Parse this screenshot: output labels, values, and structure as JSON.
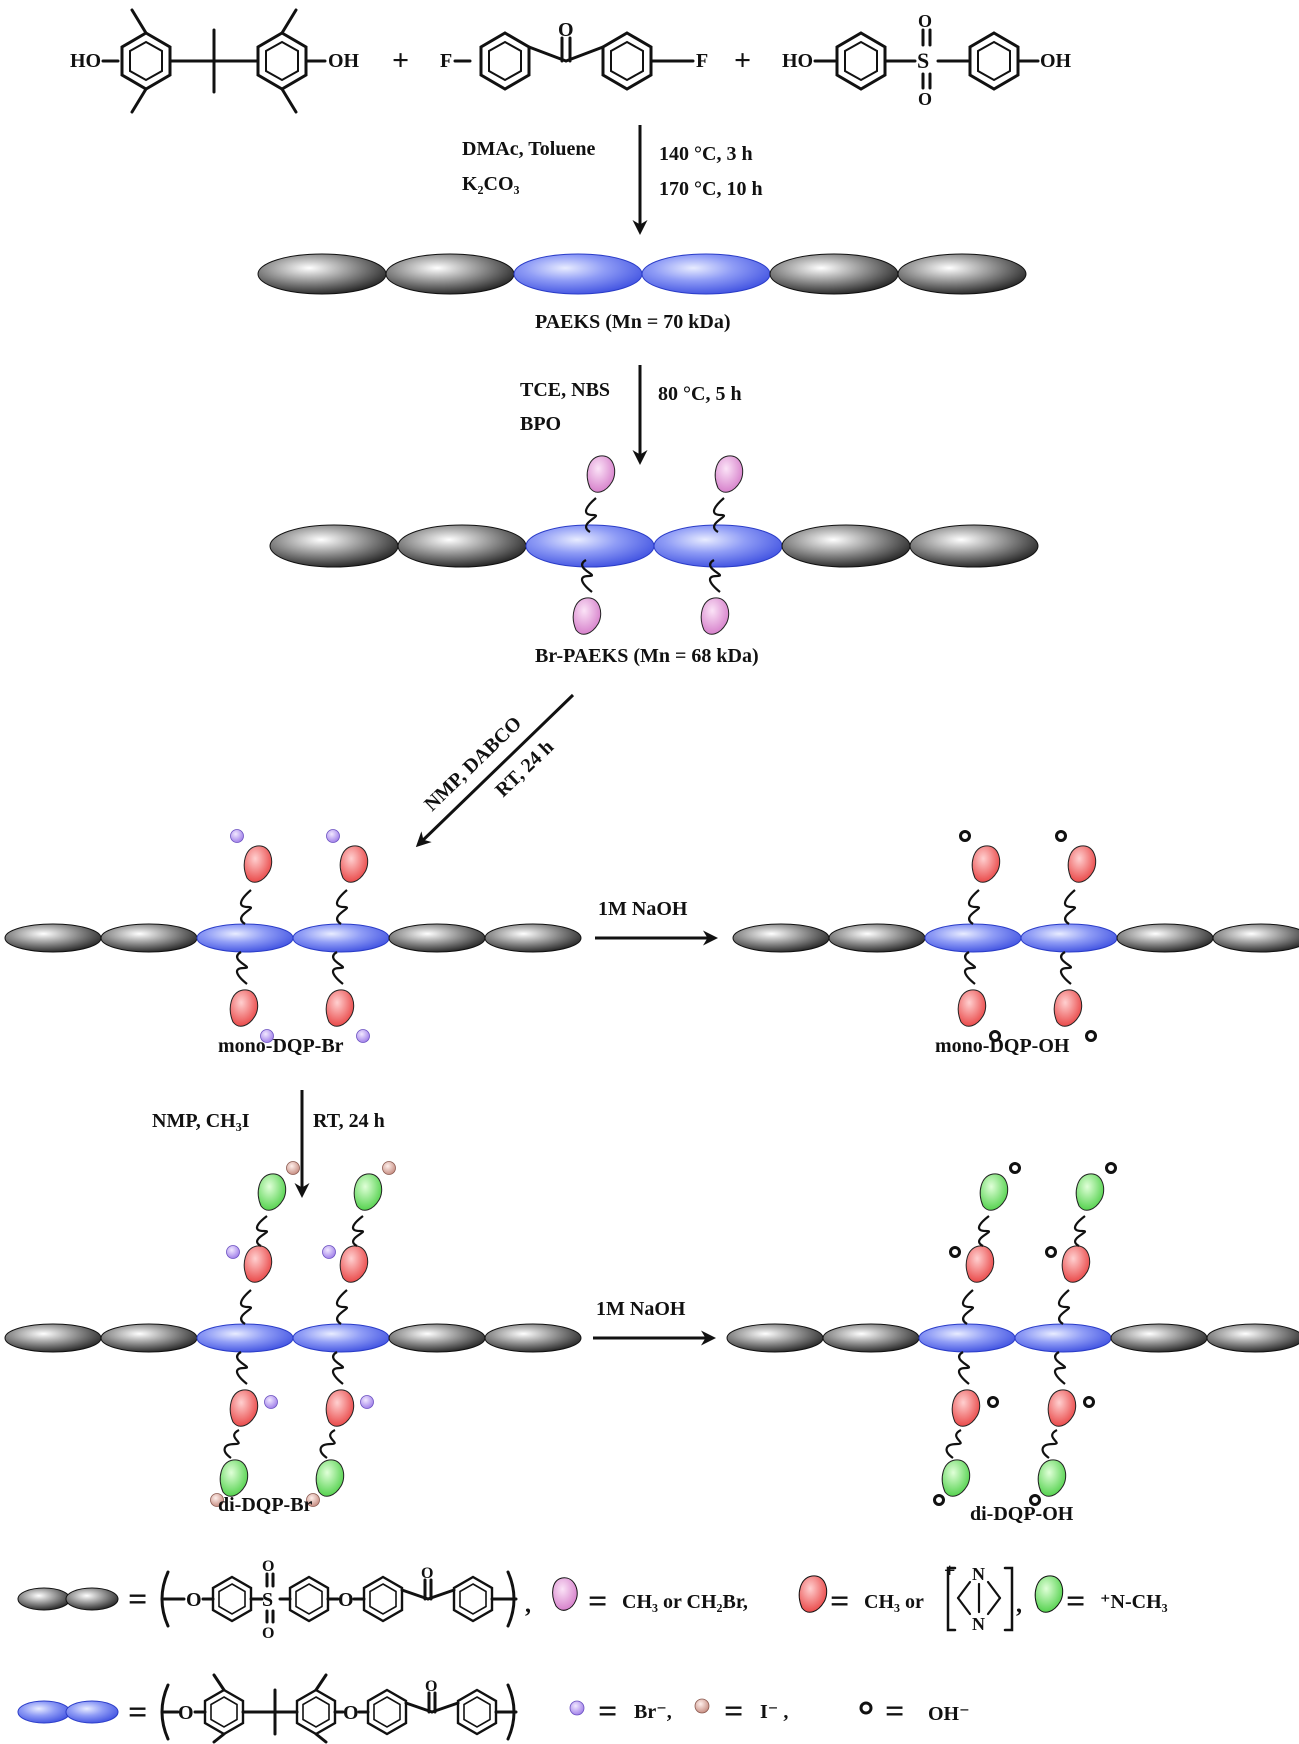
{
  "monomers": {
    "monomer1": {
      "left_group": "HO",
      "right_group": "OH"
    },
    "monomer2": {
      "left_group": "F",
      "right_group": "F",
      "carbonyl": "O"
    },
    "monomer3": {
      "left_group": "HO",
      "right_group": "OH",
      "sulfonyl": "S",
      "oxygen": "O"
    },
    "plus": "+"
  },
  "step1": {
    "left_line1": "DMAc, Toluene",
    "left_line2": "K₂CO₃",
    "right_line1": "140 °C, 3 h",
    "right_line2": "170 °C, 10 h"
  },
  "product1": {
    "label": "PAEKS (Mn = 70 kDa)"
  },
  "step2": {
    "left_line1": "TCE, NBS",
    "left_line2": "BPO",
    "right_line1": "80 °C, 5 h"
  },
  "product2": {
    "label": "Br-PAEKS (Mn = 68 kDa)"
  },
  "step3": {
    "line1": "NMP, DABCO",
    "line2": "RT, 24 h"
  },
  "product3": {
    "label": "mono-DQP-Br"
  },
  "step4": {
    "label": "1M NaOH"
  },
  "product4": {
    "label": "mono-DQP-OH"
  },
  "step5": {
    "left": "NMP, CH₃I",
    "right": "RT, 24 h"
  },
  "product5": {
    "label": "di-DQP-Br"
  },
  "step6": {
    "label": "1M NaOH"
  },
  "product6": {
    "label": "di-DQP-OH"
  },
  "legend": {
    "equals": "=",
    "pink_def": "CH₃ or CH₂Br,",
    "red_def": "CH₃ or",
    "green_def": "⁺N-CH₃",
    "dabco_n": "N",
    "dabco_plus": "+",
    "sep_comma": ",",
    "o_atom": "O",
    "s_atom": "S",
    "br_ion": "Br⁻,",
    "i_ion": "I⁻ ,",
    "oh_ion": "OH⁻"
  },
  "colors": {
    "gray_ellipse": "#4a4a4a",
    "blue_ellipse": "#6f7ff0",
    "pink_drop": "#e39ad8",
    "red_drop": "#f06a6a",
    "green_drop": "#7de07a",
    "br_dot": "#b99bf0",
    "i_dot": "#d8a8a0"
  }
}
